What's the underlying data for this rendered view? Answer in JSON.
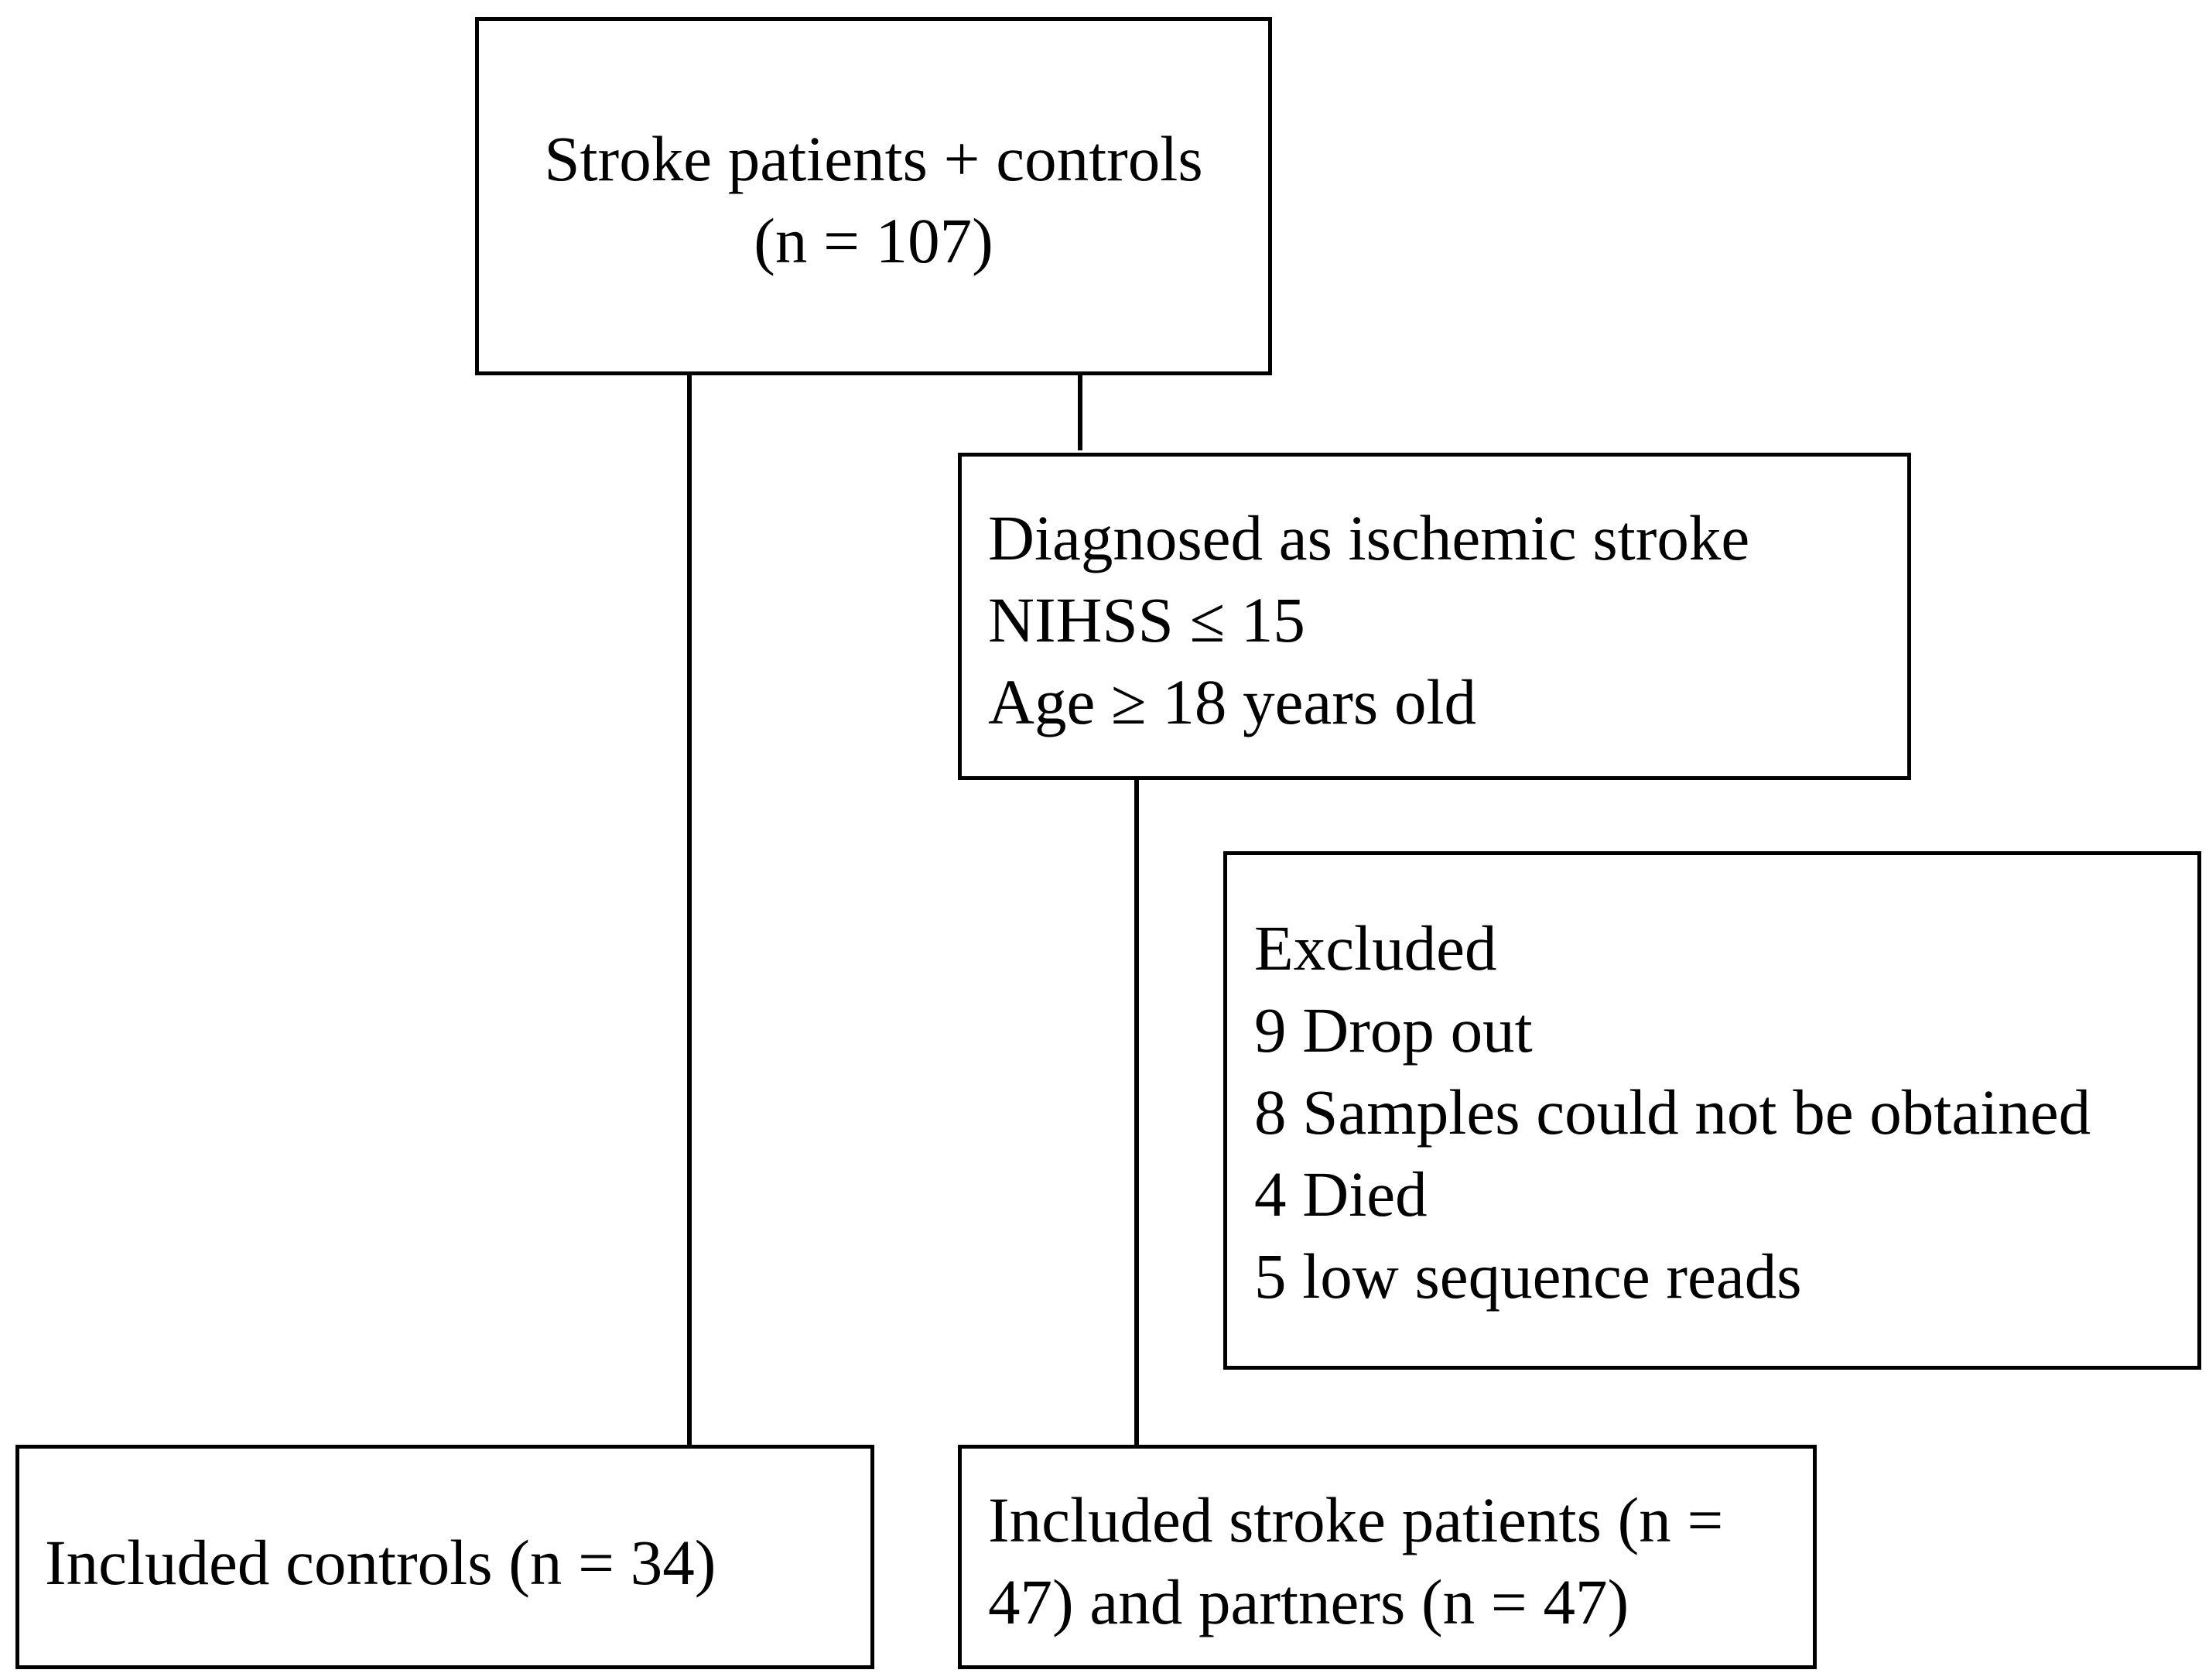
{
  "boxes": {
    "top": {
      "line1": "Stroke patients + controls",
      "line2": "(n = 107)"
    },
    "diagnosed": {
      "line1": "Diagnosed as ischemic stroke",
      "line2": "NIHSS ≤ 15",
      "line3": "Age ≥ 18 years old"
    },
    "excluded": {
      "title": "Excluded",
      "items": [
        "9 Drop out",
        "8 Samples could not be obtained",
        "4 Died",
        "5 low sequence reads"
      ]
    },
    "controls": {
      "label": "Included controls (n = 34)"
    },
    "patients": {
      "line1": "Included stroke patients (n =",
      "line2": "47) and partners (n = 47)"
    }
  },
  "colors": {
    "stroke": "#000000",
    "background": "#ffffff",
    "text": "#000000"
  }
}
